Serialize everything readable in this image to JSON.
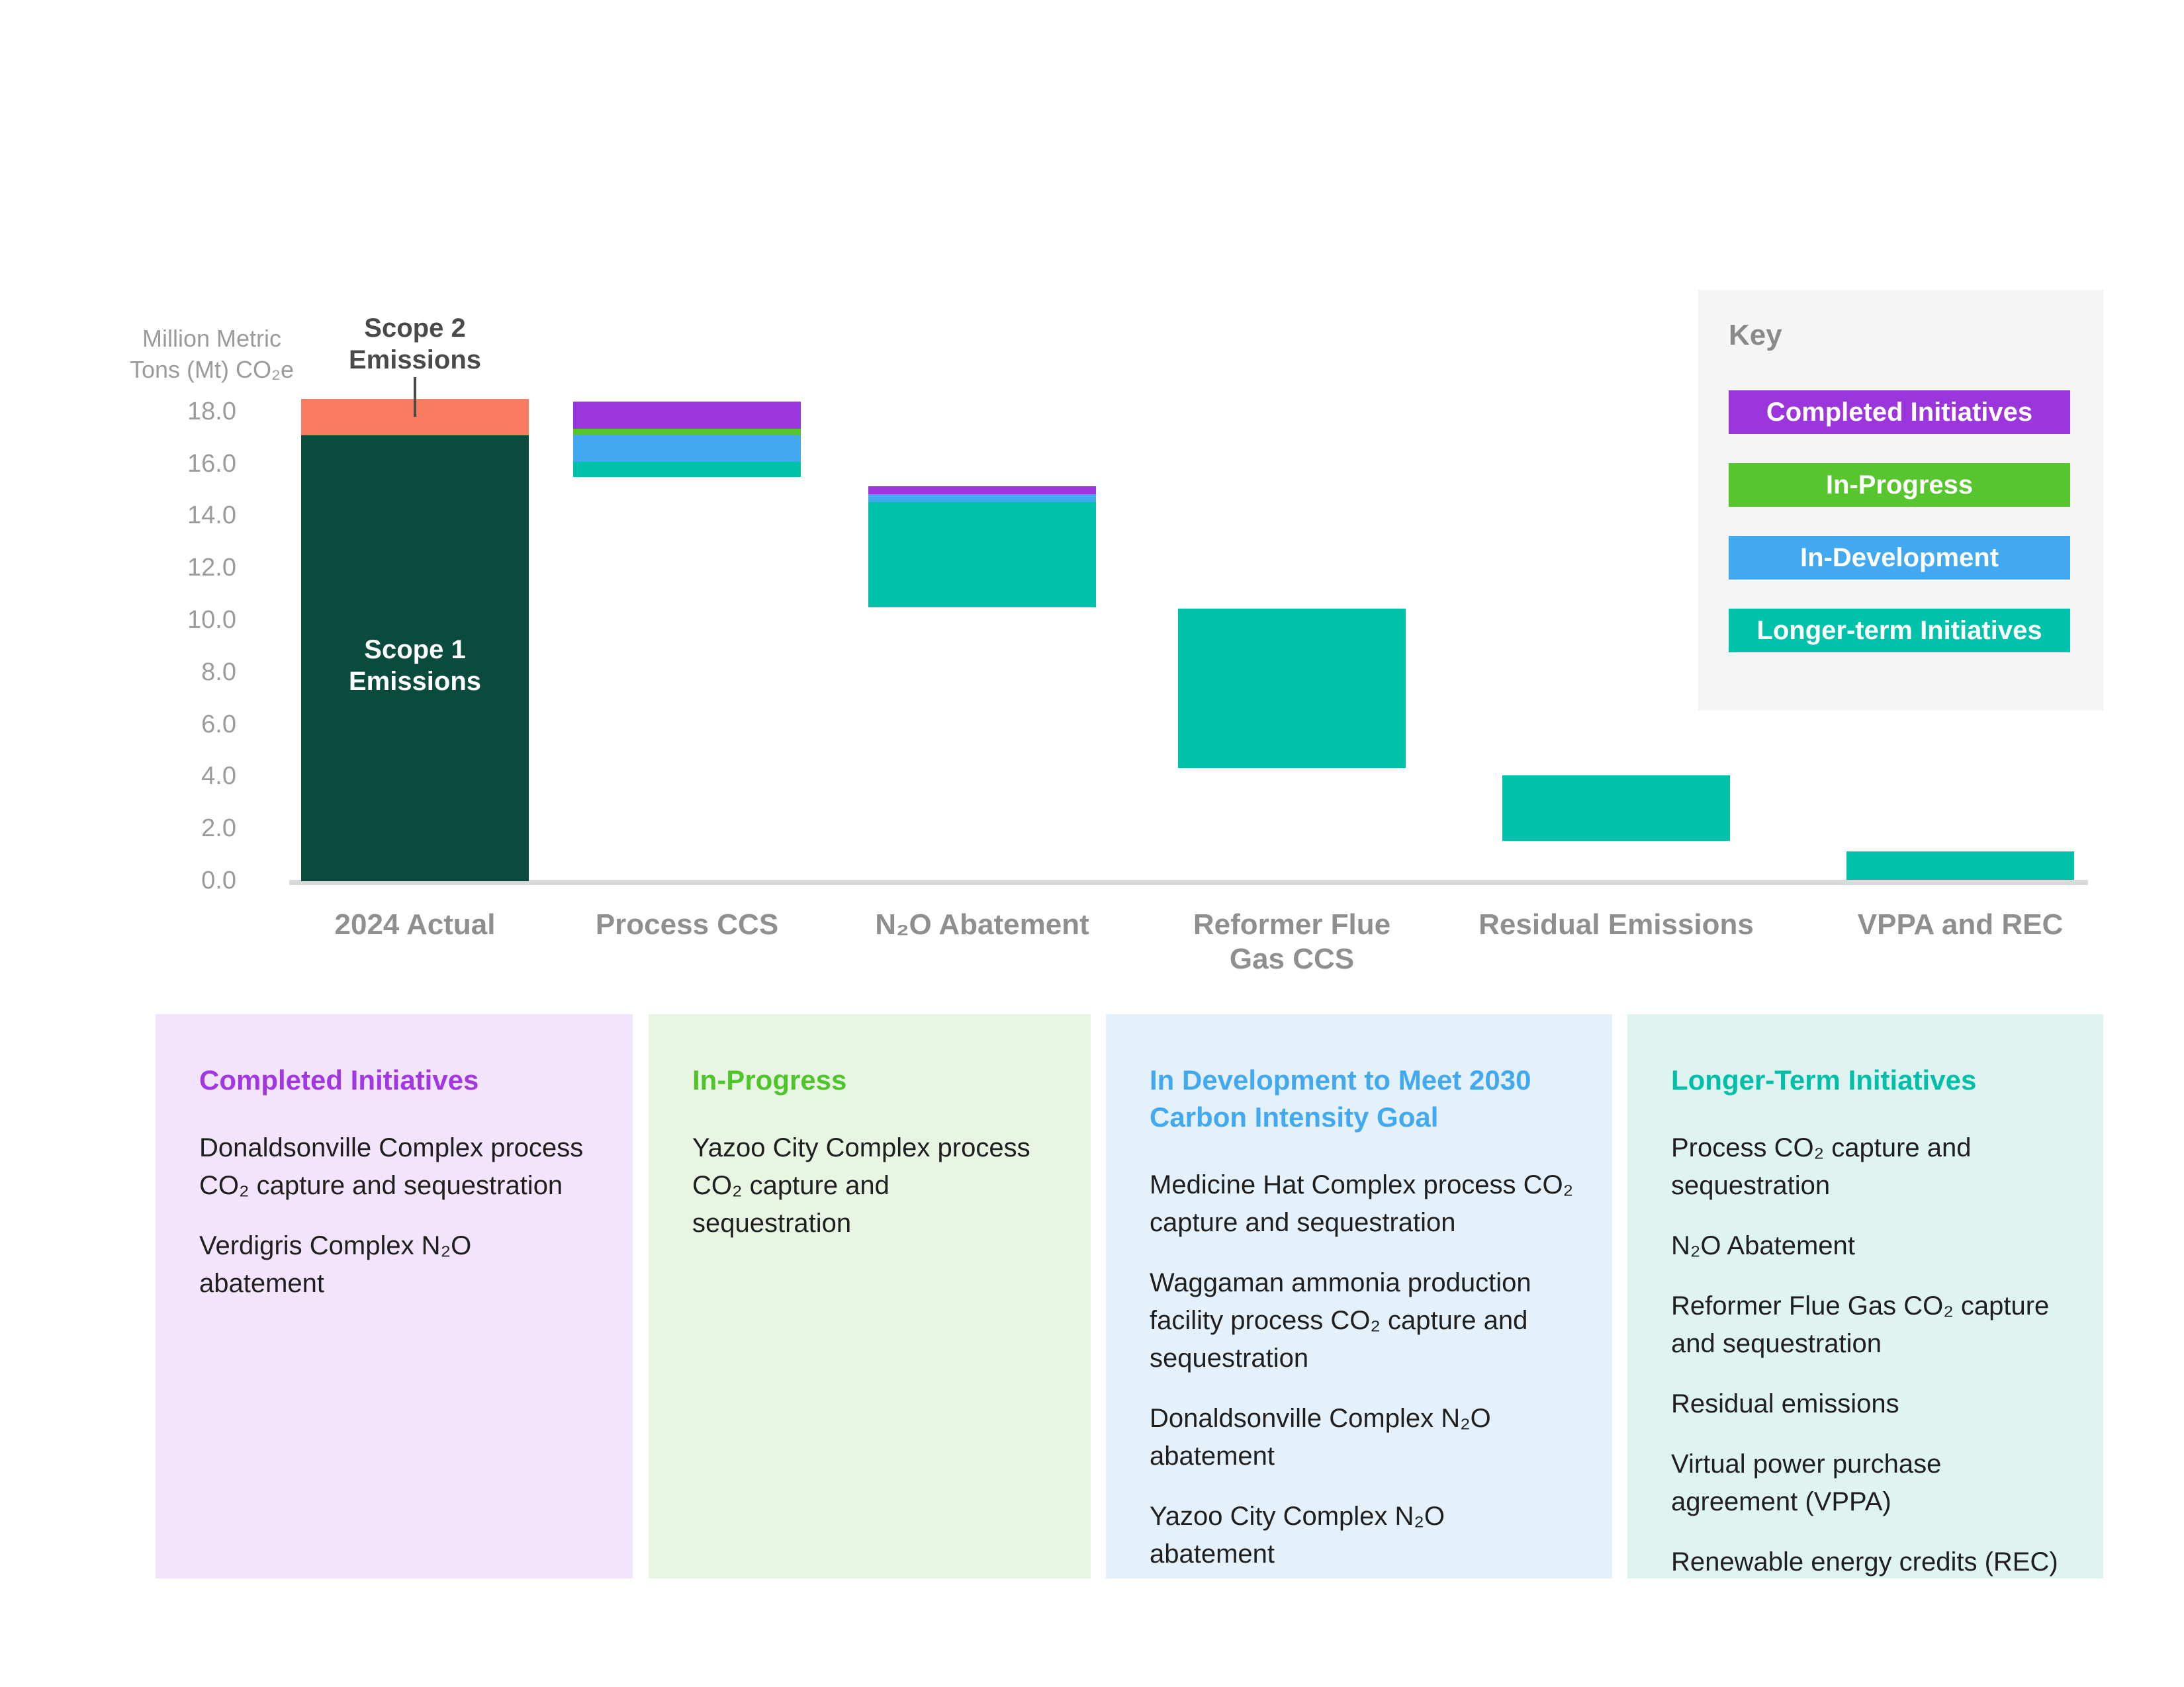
{
  "colors": {
    "scope1": "#0B4B3E",
    "scope2": "#F97B62",
    "completed": "#9B35DC",
    "in_progress": "#56C52E",
    "in_development": "#42A9F1",
    "longer_term": "#00C2AB",
    "axis_line": "#D9D9D9",
    "axis_text": "#9B9B9B",
    "category_text": "#8F8F8F"
  },
  "chart_data": {
    "type": "bar",
    "subtype": "stacked-waterfall",
    "title": "",
    "ylabel": "Million Metric\nTons (Mt) CO₂e",
    "ylim": [
      0,
      19.5
    ],
    "yticks": [
      "18.0",
      "16.0",
      "14.0",
      "12.0",
      "10.0",
      "8.0",
      "6.0",
      "4.0",
      "2.0",
      "0.0"
    ],
    "grid": false,
    "legend_position": "top-right",
    "categories": [
      "2024 Actual",
      "Process CCS",
      "N₂O Abatement",
      "Reformer Flue\nGas CCS",
      "Residual Emissions",
      "VPPA and REC"
    ],
    "bars": [
      {
        "label": "2024 Actual",
        "segments": [
          {
            "name": "Scope 1 Emissions",
            "color": "scope1",
            "from": 0.0,
            "to": 17.1
          },
          {
            "name": "Scope 2 Emissions",
            "color": "scope2",
            "from": 17.1,
            "to": 18.5
          }
        ]
      },
      {
        "label": "Process CCS",
        "segments": [
          {
            "name": "Longer-term Initiatives",
            "color": "longer_term",
            "from": 15.5,
            "to": 16.1
          },
          {
            "name": "In-Development",
            "color": "in_development",
            "from": 16.1,
            "to": 17.1
          },
          {
            "name": "In-Progress",
            "color": "in_progress",
            "from": 17.1,
            "to": 17.35
          },
          {
            "name": "Completed Initiatives",
            "color": "completed",
            "from": 17.35,
            "to": 18.4
          }
        ]
      },
      {
        "label": "N₂O Abatement",
        "segments": [
          {
            "name": "Longer-term Initiatives",
            "color": "longer_term",
            "from": 10.5,
            "to": 14.55
          },
          {
            "name": "In-Development",
            "color": "in_development",
            "from": 14.55,
            "to": 14.85
          },
          {
            "name": "Completed Initiatives",
            "color": "completed",
            "from": 14.85,
            "to": 15.15
          }
        ]
      },
      {
        "label": "Reformer Flue\nGas CCS",
        "segments": [
          {
            "name": "Longer-term Initiatives",
            "color": "longer_term",
            "from": 4.35,
            "to": 10.45
          }
        ]
      },
      {
        "label": "Residual Emissions",
        "segments": [
          {
            "name": "Longer-term Initiatives",
            "color": "longer_term",
            "from": 1.55,
            "to": 4.05
          }
        ]
      },
      {
        "label": "VPPA and REC",
        "segments": [
          {
            "name": "Longer-term Initiatives",
            "color": "longer_term",
            "from": 0.05,
            "to": 1.15
          }
        ]
      }
    ],
    "annotations": {
      "scope1": "Scope 1\nEmissions",
      "scope2": "Scope 2\nEmissions"
    }
  },
  "legend": {
    "title": "Key",
    "items": [
      {
        "label": "Completed Initiatives",
        "color": "completed"
      },
      {
        "label": "In-Progress",
        "color": "in_progress"
      },
      {
        "label": "In-Development",
        "color": "in_development"
      },
      {
        "label": "Longer-term Initiatives",
        "color": "longer_term"
      }
    ]
  },
  "panels": [
    {
      "heading": "Completed Initiatives",
      "heading_color": "#A136E3",
      "bg_color": "#F2E4FA",
      "items": [
        "Donaldsonville Complex process CO₂ capture and sequestration",
        "Verdigris Complex N₂O abatement"
      ]
    },
    {
      "heading": "In-Progress",
      "heading_color": "#50C42B",
      "bg_color": "#E9F5E3",
      "items": [
        "Yazoo City Complex process CO₂ capture and sequestration"
      ]
    },
    {
      "heading": "In Development to Meet 2030\nCarbon Intensity Goal",
      "heading_color": "#42A9F1",
      "bg_color": "#E4F1FB",
      "items": [
        "Medicine Hat Complex process CO₂ capture and sequestration",
        "Waggaman ammonia production facility process CO₂ capture and sequestration",
        "Donaldsonville Complex N₂O abatement",
        "Yazoo City Complex N₂O  abatement"
      ]
    },
    {
      "heading": "Longer-Term Initiatives",
      "heading_color": "#00BFA9",
      "bg_color": "#DFF4F1",
      "items": [
        "Process CO₂ capture and sequestration",
        "N₂O Abatement",
        "Reformer Flue Gas CO₂ capture and sequestration",
        "Residual emissions",
        "Virtual power purchase agreement (VPPA)",
        "Renewable energy credits (REC)"
      ]
    }
  ]
}
